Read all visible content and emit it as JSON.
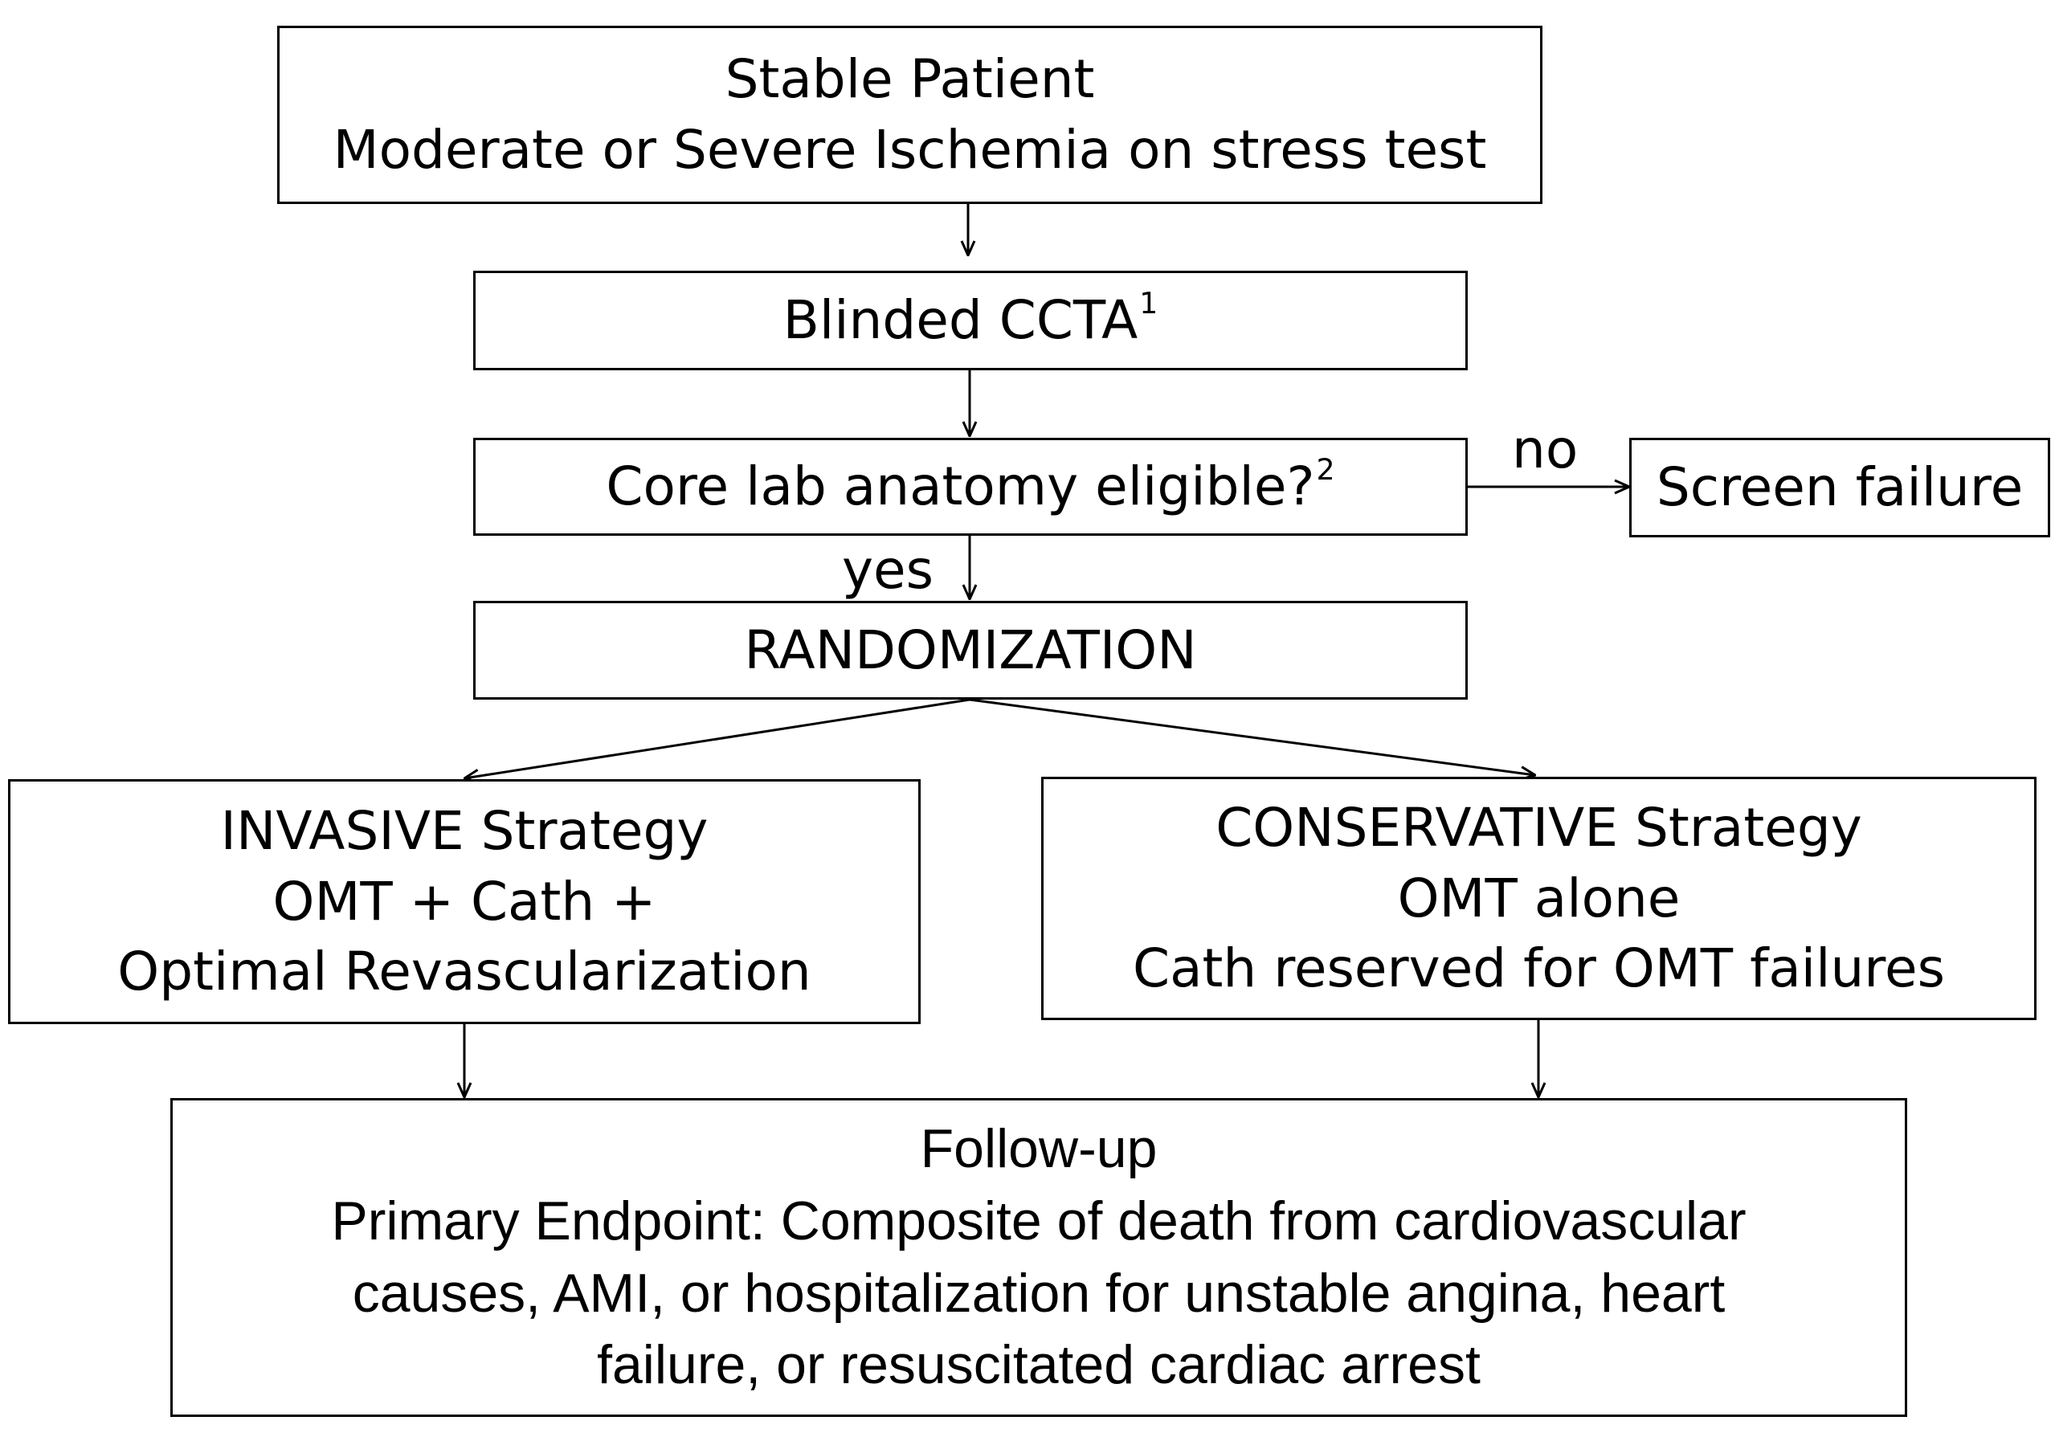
{
  "nodes": {
    "stable": {
      "line1": "Stable Patient",
      "line2": "Moderate or Severe Ischemia on stress test"
    },
    "ccta": {
      "text": "Blinded CCTA",
      "sup": "1"
    },
    "eligible": {
      "text": "Core lab anatomy eligible?",
      "sup": "2"
    },
    "screen_failure": {
      "text": "Screen failure"
    },
    "randomization": {
      "text": "RANDOMIZATION"
    },
    "invasive": {
      "line1": "INVASIVE Strategy",
      "line2": "OMT + Cath +",
      "line3": "Optimal Revascularization"
    },
    "conservative": {
      "line1": "CONSERVATIVE Strategy",
      "line2": "OMT alone",
      "line3": "Cath reserved for OMT failures"
    },
    "followup": {
      "line1": "Follow-up",
      "line2": "Primary Endpoint: Composite of death from cardiovascular",
      "line3": "causes, AMI, or hospitalization for unstable angina, heart",
      "line4": "failure, or resuscitated cardiac arrest"
    }
  },
  "edge_labels": {
    "no": "no",
    "yes": "yes"
  }
}
